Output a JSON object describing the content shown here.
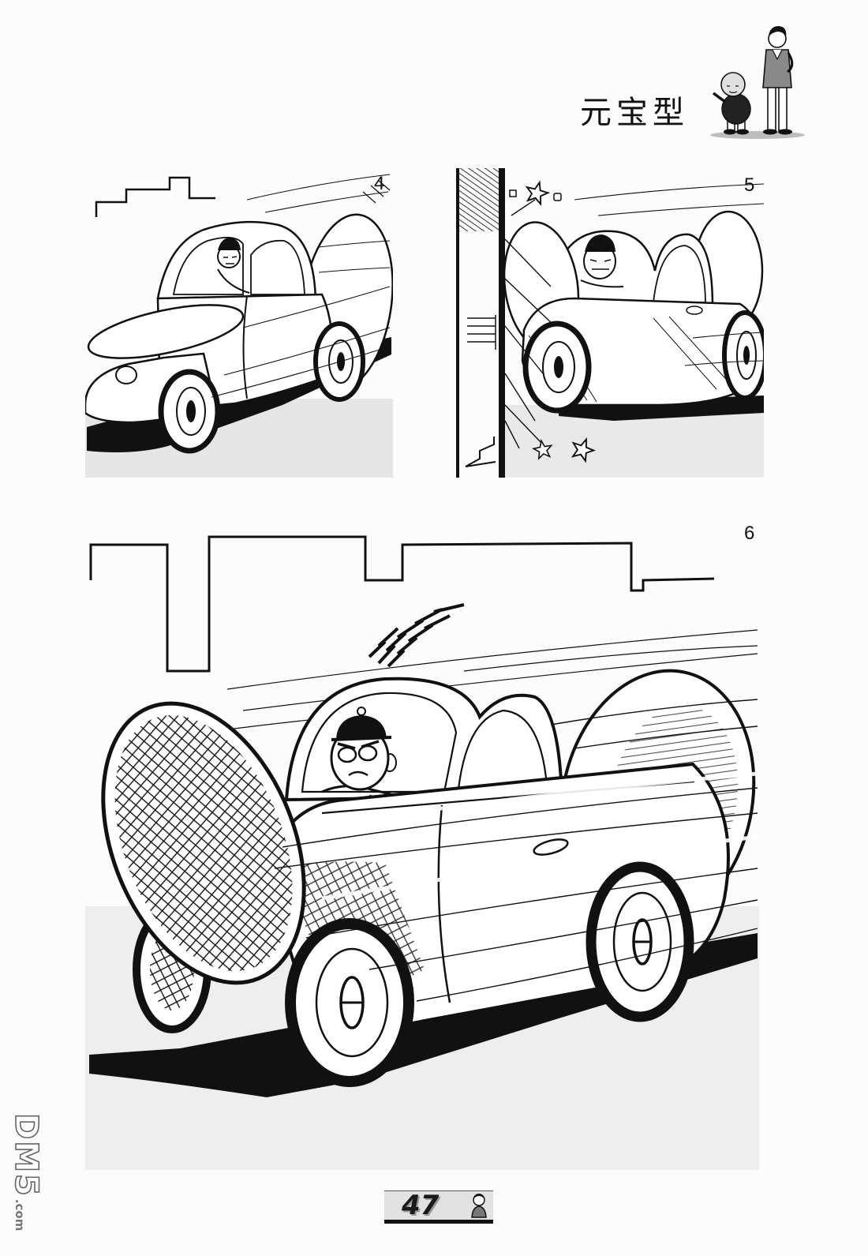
{
  "page": {
    "title": "元宝型",
    "page_number": "47"
  },
  "panels": [
    {
      "number": "4"
    },
    {
      "number": "5"
    },
    {
      "number": "6"
    }
  ],
  "watermark": {
    "brand": "DM5",
    "suffix": ".com"
  },
  "colors": {
    "ink": "#111111",
    "paper": "#fcfcfc",
    "screentone": "#e6e6e6",
    "jacket": "#8a8a8a"
  }
}
